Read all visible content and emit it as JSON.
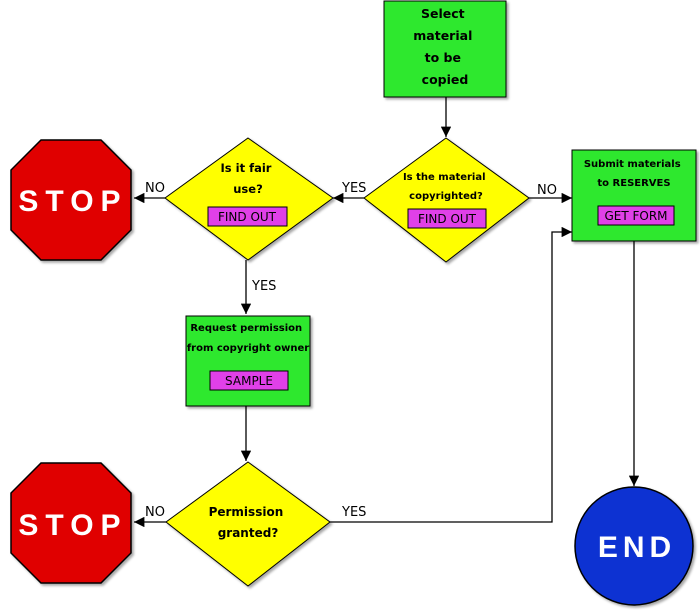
{
  "nodes": {
    "select_material": {
      "lines": [
        "Select",
        "material",
        "to be",
        "copied"
      ]
    },
    "is_copyrighted": {
      "lines": [
        "Is the material",
        "copyrighted?"
      ],
      "button": "FIND OUT"
    },
    "is_fair_use": {
      "lines": [
        "Is it fair",
        "use?"
      ],
      "button": "FIND OUT"
    },
    "submit_reserves": {
      "lines": [
        "Submit materials",
        "to RESERVES"
      ],
      "button": "GET FORM"
    },
    "request_permission": {
      "lines": [
        "Request permission",
        "from copyright owner"
      ],
      "button": "SAMPLE"
    },
    "permission_granted": {
      "lines": [
        "Permission",
        "granted?"
      ]
    },
    "stop_top": {
      "label": "STOP"
    },
    "stop_bottom": {
      "label": "STOP"
    },
    "end": {
      "label": "END"
    }
  },
  "edges": {
    "copyrighted_yes": "YES",
    "copyrighted_no": "NO",
    "fair_use_no": "NO",
    "fair_use_yes": "YES",
    "granted_no": "NO",
    "granted_yes": "YES"
  },
  "colors": {
    "process_fill": "#2ee82e",
    "decision_fill": "#ffff00",
    "button_fill": "#e040e8",
    "stop_fill": "#e00000",
    "end_fill": "#0a32d2"
  }
}
